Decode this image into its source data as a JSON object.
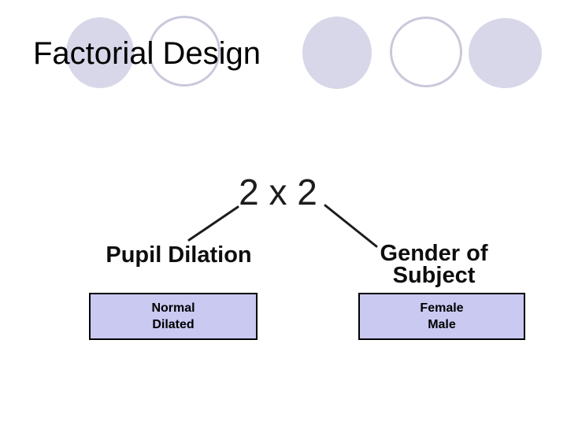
{
  "slide": {
    "title": "Factorial Design",
    "diagram": {
      "design_label": "2 x 2",
      "left_factor": {
        "name": "Pupil Dilation",
        "levels": [
          "Normal",
          "Dilated"
        ]
      },
      "right_factor": {
        "name_line1": "Gender of",
        "name_line2": "Subject",
        "levels": [
          "Female",
          "Male"
        ]
      }
    },
    "colors": {
      "background": "#ffffff",
      "circle_fill": "#d7d7e9",
      "circle_outline": "#c9c9dc",
      "box_fill": "#c9c9f2",
      "box_border": "#000000",
      "text": "#000000",
      "connector_line": "#1c1c1c"
    },
    "decorations": {
      "circle_styles": [
        "filled",
        "outlined",
        "filled",
        "outlined",
        "filled"
      ]
    }
  }
}
